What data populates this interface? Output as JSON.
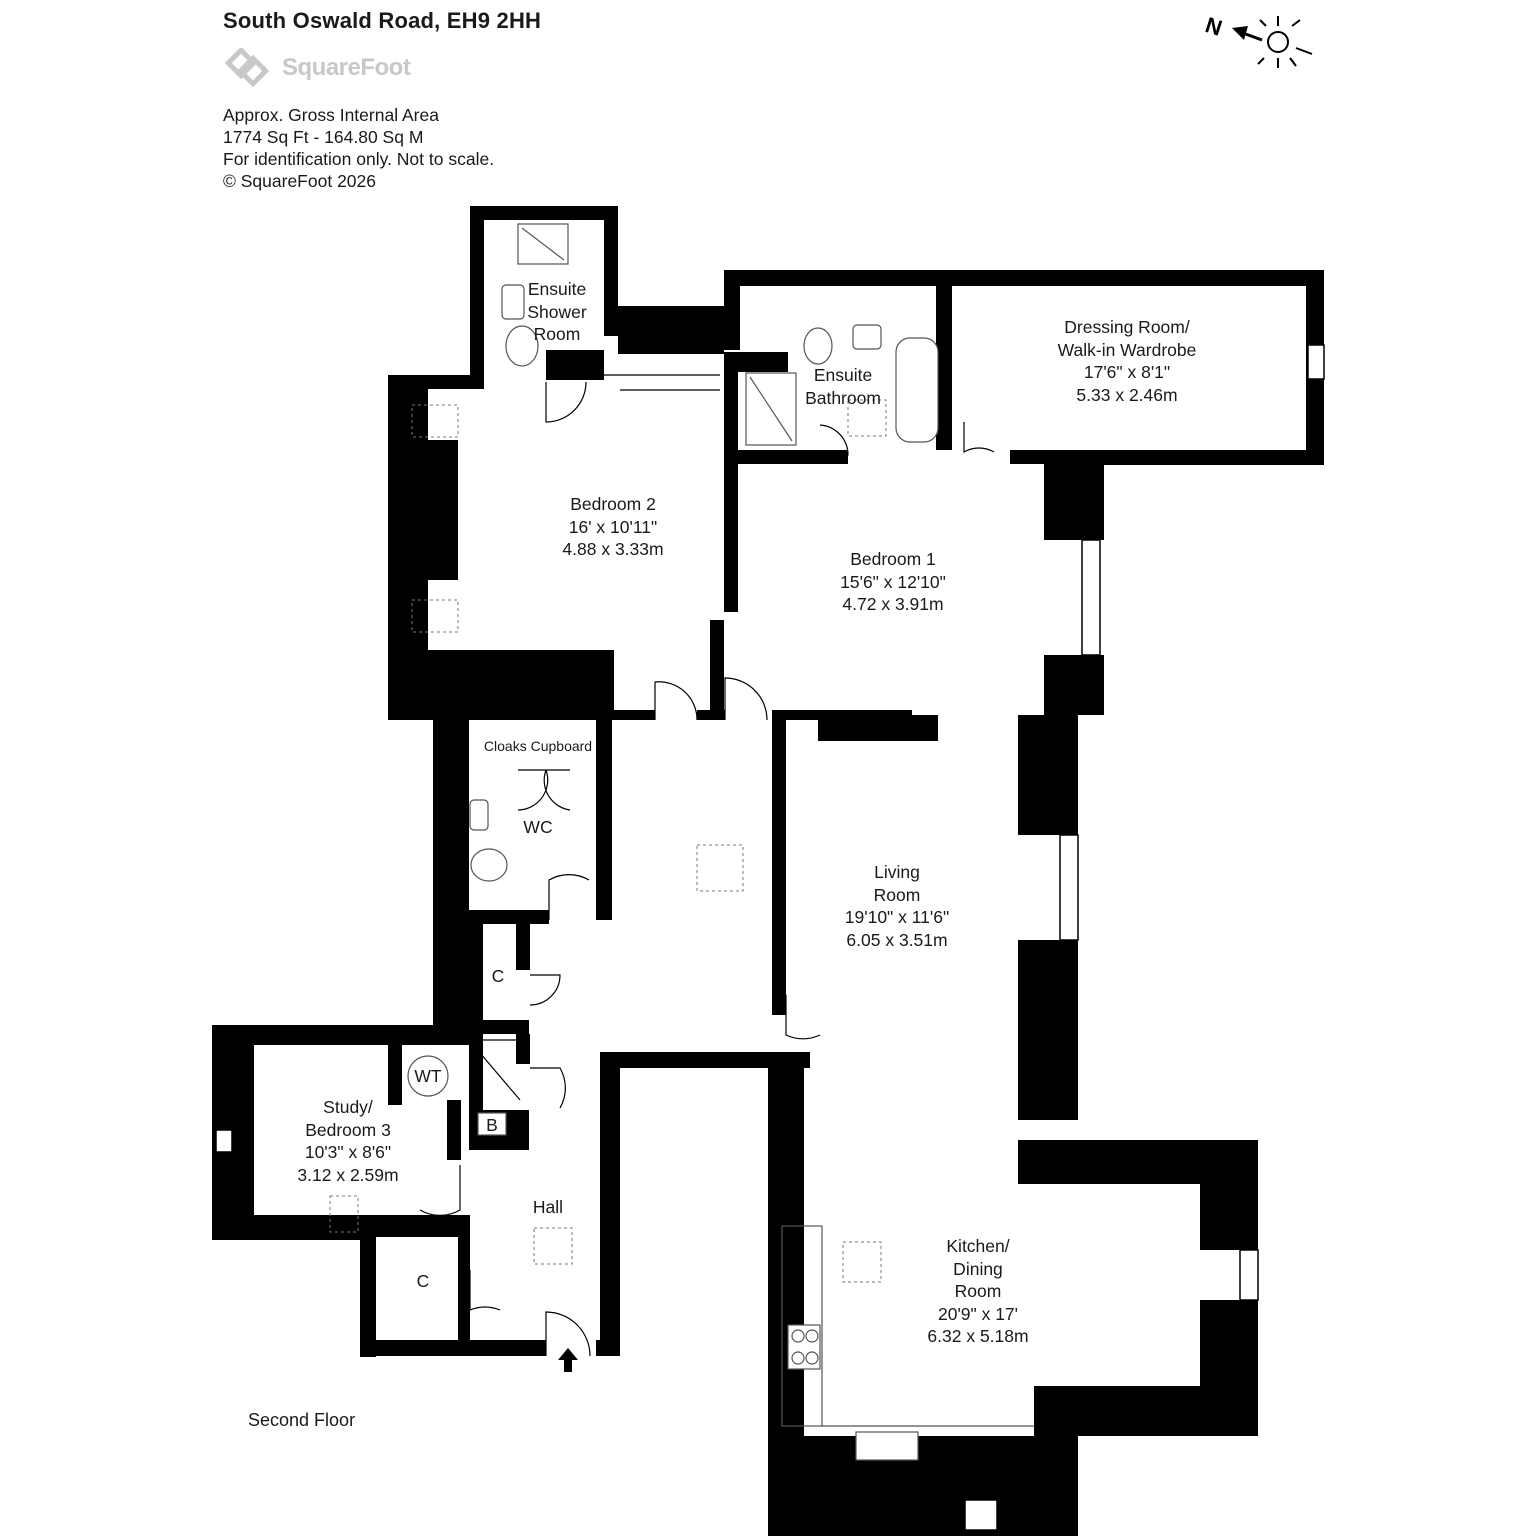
{
  "header": {
    "address": "South Oswald Road, EH9 2HH",
    "brand": "SquareFoot",
    "area_title": "Approx. Gross Internal Area",
    "area_value": "1774 Sq Ft  -  164.80 Sq M",
    "disclaimer": "For identification only. Not to scale.",
    "copyright": "© SquareFoot 2026"
  },
  "compass": {
    "letter": "N",
    "icon": "sun-icon"
  },
  "floor_label": "Second Floor",
  "rooms": {
    "ensuite_shower": [
      "Ensuite",
      "Shower",
      "Room"
    ],
    "ensuite_bathroom": [
      "Ensuite",
      "Bathroom"
    ],
    "dressing": [
      "Dressing Room/",
      "Walk-in Wardrobe",
      "17'6\" x 8'1\"",
      "5.33 x 2.46m"
    ],
    "bedroom2": [
      "Bedroom 2",
      "16' x 10'11\"",
      "4.88 x 3.33m"
    ],
    "bedroom1": [
      "Bedroom 1",
      "15'6\" x 12'10\"",
      "4.72 x 3.91m"
    ],
    "cloaks": "Cloaks Cupboard",
    "wc": "WC",
    "living": [
      "Living",
      "Room",
      "19'10\" x 11'6\"",
      "6.05 x 3.51m"
    ],
    "cupboard_c1": "C",
    "wt": "WT",
    "boiler": "B",
    "study": [
      "Study/",
      "Bedroom 3",
      "10'3\" x 8'6\"",
      "3.12 x 2.59m"
    ],
    "hall": "Hall",
    "cupboard_c2": "C",
    "kitchen": [
      "Kitchen/",
      "Dining",
      "Room",
      "20'9\" x 17'",
      "6.32 x 5.18m"
    ]
  },
  "colors": {
    "wall": "#000000",
    "fixture": "#555555",
    "logo": "#c8c8c8"
  }
}
